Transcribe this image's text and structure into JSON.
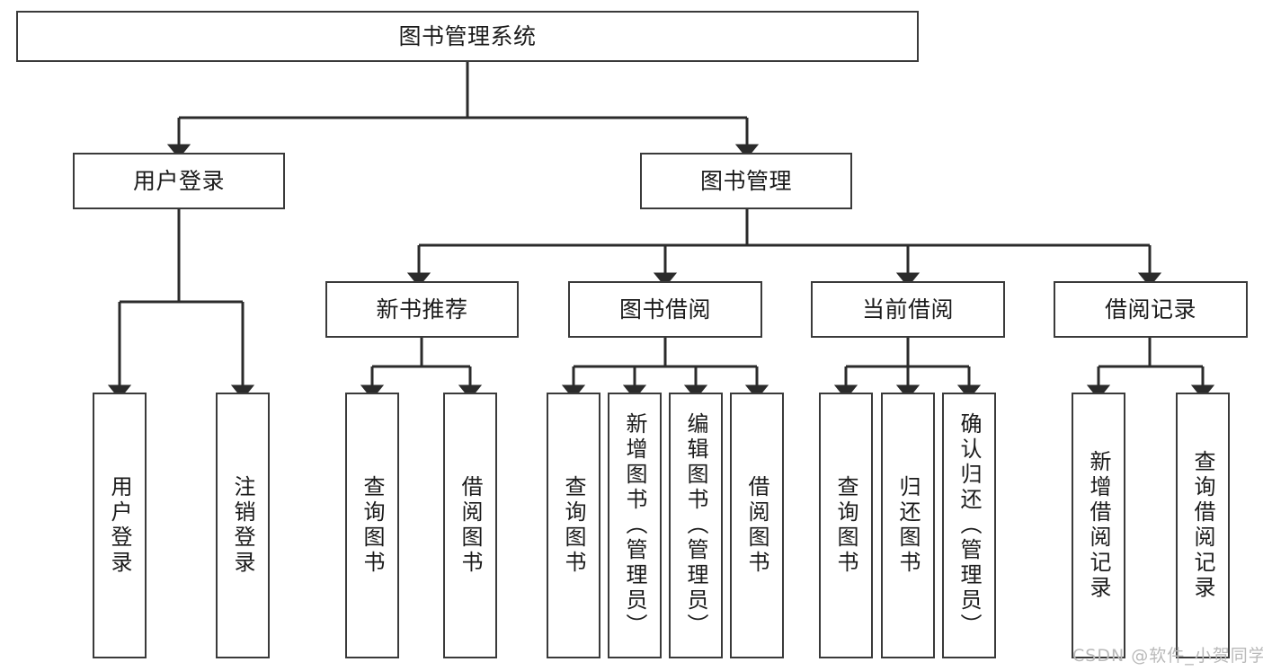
{
  "diagram": {
    "title": "图书管理系统",
    "type": "tree-hierarchy-chart",
    "orientation": "top-down",
    "colors": {
      "box_border": "#3a3a3a",
      "box_fill": "#ffffff",
      "connector": "#2b2b2b",
      "text": "#1b1b1b",
      "watermark": "#b9b9b9",
      "background": "#ffffff"
    }
  },
  "root": {
    "label": "图书管理系统"
  },
  "level2": [
    {
      "label": "用户登录"
    },
    {
      "label": "图书管理"
    }
  ],
  "level3": [
    {
      "label": "新书推荐"
    },
    {
      "label": "图书借阅"
    },
    {
      "label": "当前借阅"
    },
    {
      "label": "借阅记录"
    }
  ],
  "leaves": {
    "user_login": [
      {
        "label": "用户登录"
      },
      {
        "label": "注销登录"
      }
    ],
    "new_book_recommend": [
      {
        "label": "查询图书"
      },
      {
        "label": "借阅图书"
      }
    ],
    "book_borrow": [
      {
        "label": "查询图书"
      },
      {
        "label": "新增图书（管理员）"
      },
      {
        "label": "编辑图书（管理员）"
      },
      {
        "label": "借阅图书"
      }
    ],
    "current_borrow": [
      {
        "label": "查询图书"
      },
      {
        "label": "归还图书"
      },
      {
        "label": "确认归还（管理员）"
      }
    ],
    "borrow_record": [
      {
        "label": "新增借阅记录"
      },
      {
        "label": "查询借阅记录"
      }
    ]
  },
  "watermark": {
    "text": "CSDN @软件_小贺同学"
  }
}
